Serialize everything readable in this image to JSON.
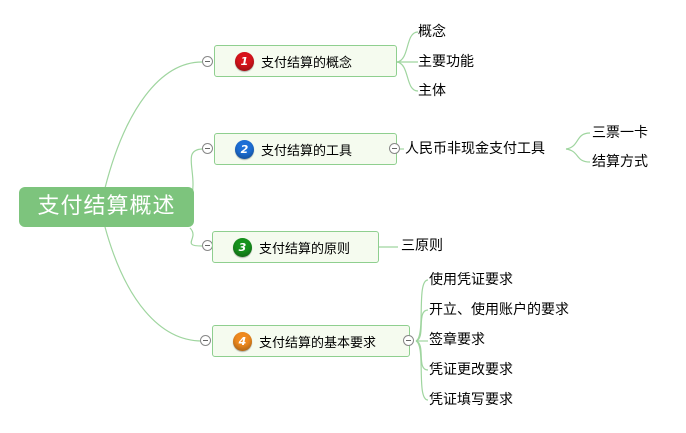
{
  "root": {
    "label": "支付结算概述"
  },
  "branches": [
    {
      "number": "1",
      "label": "支付结算的概念",
      "badge_color": "#d8131b",
      "children": [
        "概念",
        "主要功能",
        "主体"
      ]
    },
    {
      "number": "2",
      "label": "支付结算的工具",
      "badge_color": "#1d6fd6",
      "children": [
        "人民币非现金支付工具"
      ],
      "grandchildren": [
        "三票一卡",
        "结算方式"
      ]
    },
    {
      "number": "3",
      "label": "支付结算的原则",
      "badge_color": "#17921d",
      "children": [
        "三原则"
      ]
    },
    {
      "number": "4",
      "label": "支付结算的基本要求",
      "badge_color": "#ef8a1e",
      "children": [
        "使用凭证要求",
        "开立、使用账户的要求",
        "签章要求",
        "凭证更改要求",
        "凭证填写要求"
      ]
    }
  ],
  "colors": {
    "connector": "#9fd59f",
    "root_fill": "#7dc47d",
    "topic_border": "#8fcf8f",
    "topic_fill": "#f5fbef"
  }
}
